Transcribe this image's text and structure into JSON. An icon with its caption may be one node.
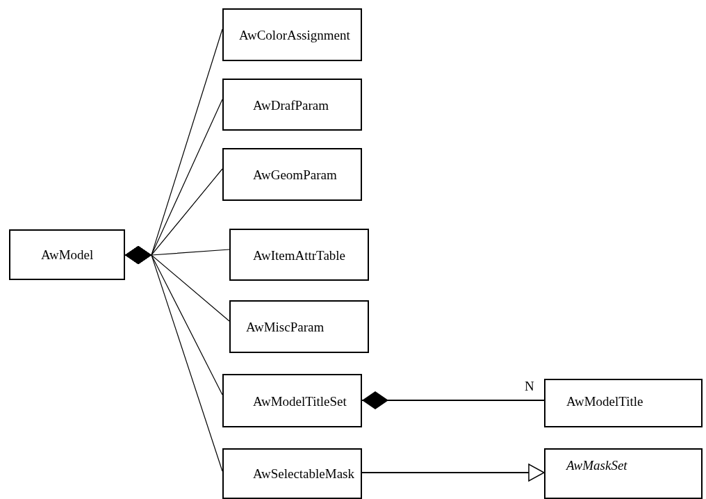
{
  "diagram": {
    "nodes": [
      {
        "text": [
          "AwModel"
        ]
      },
      {
        "text": [
          "AwColorAssignment"
        ]
      },
      {
        "text": [
          "AwDrafParam"
        ]
      },
      {
        "text": [
          "AwGeomParam"
        ]
      },
      {
        "text": [
          "AwItemAttrTable"
        ]
      },
      {
        "text": [
          "AwMiscParam"
        ]
      },
      {
        "text": [
          "AwModelTitleSet"
        ]
      },
      {
        "text": [
          "AwModelTitle"
        ]
      },
      {
        "text": [
          "AwSelectableMask"
        ]
      },
      {
        "text": [
          "AwMaskSet"
        ]
      }
    ],
    "edges": [
      {
        "from": 0,
        "to": 1,
        "arrow": "other"
      },
      {
        "from": 0,
        "to": 2,
        "arrow": "other"
      },
      {
        "from": 0,
        "to": 3,
        "arrow": "other"
      },
      {
        "from": 0,
        "to": 4,
        "arrow": "other"
      },
      {
        "from": 0,
        "to": 5,
        "arrow": "other"
      },
      {
        "from": 0,
        "to": 6,
        "arrow": "other"
      },
      {
        "from": 0,
        "to": 8,
        "arrow": "other"
      },
      {
        "from": 6,
        "to": 7,
        "arrow": "other",
        "label": "N"
      },
      {
        "from": 8,
        "to": 9,
        "arrow": "to"
      }
    ]
  }
}
